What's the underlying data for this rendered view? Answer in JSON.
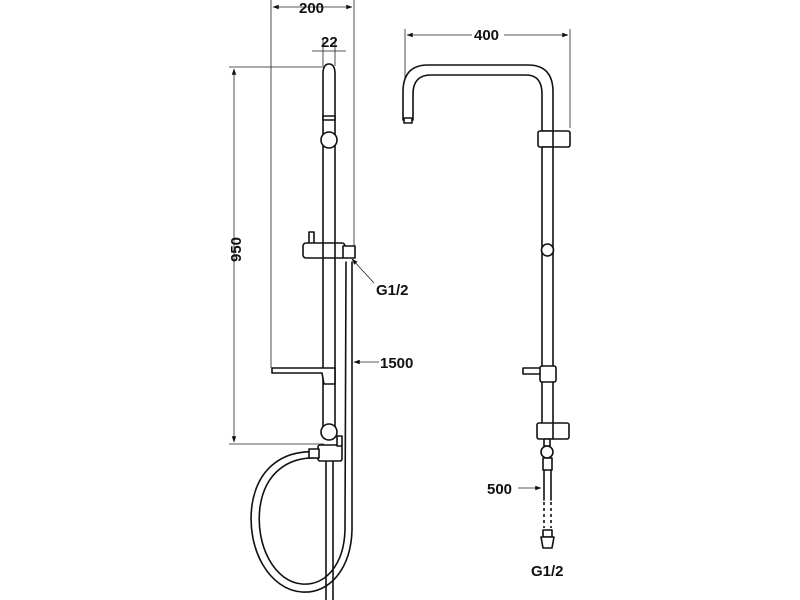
{
  "left_view": {
    "dim_width": "200",
    "dim_rail_diameter": "22",
    "dim_height": "950",
    "connector_label": "G1/2",
    "hose_length": "1500"
  },
  "right_view": {
    "dim_arm_width": "400",
    "outlet_length": "500",
    "connector_label": "G1/2"
  }
}
